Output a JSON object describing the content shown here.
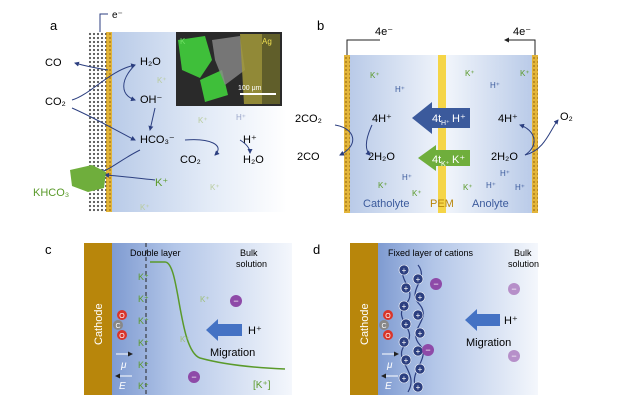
{
  "colors": {
    "electrode_gold": "#b8860b",
    "gradient_blue": "#b9cbe8",
    "k_green": "#5a9a2a",
    "h_blue": "#5a6fb0",
    "arrow_blue": "#4472c4",
    "pem_yellow": "#f5d547",
    "purple": "#8e4aa8",
    "red_o": "#d9352b",
    "dark_blue": "#2c3f80"
  },
  "panel_a": {
    "label": "a",
    "electron": "e⁻",
    "co": "CO",
    "co2_left": "CO₂",
    "h2o": "H₂O",
    "oh": "OH⁻",
    "hco3": "HCO₃⁻",
    "co2_right": "CO₂",
    "h2o_right": "H₂O",
    "h_plus": "H⁺",
    "k_plus": "K⁺",
    "khco3": "KHCO₃",
    "inset_k": "K",
    "inset_ag": "Ag",
    "scale": "100 μm",
    "ions": [
      "K⁺",
      "K⁺",
      "H⁺",
      "K⁺",
      "K⁺"
    ]
  },
  "panel_b": {
    "label": "b",
    "e_left": "4e⁻",
    "e_right": "4e⁻",
    "co2": "2CO₂",
    "co": "2CO",
    "h_left": "4H⁺",
    "h2o_left": "2H₂O",
    "h_right": "4H⁺",
    "h2o_right": "2H₂O",
    "o2": "O₂",
    "arrow_h": "4t",
    "arrow_h_sub": "H⁺",
    "arrow_h_tail": "H⁺",
    "arrow_k": "4t",
    "arrow_k_sub": "K⁺",
    "arrow_k_tail": "K⁺",
    "catholyte": "Catholyte",
    "pem": "PEM",
    "anolyte": "Anolyte",
    "ions": [
      "K⁺",
      "H⁺",
      "K⁺",
      "H⁺",
      "K⁺",
      "K⁺",
      "H⁺",
      "K⁺",
      "H⁺",
      "K⁺",
      "H⁺",
      "H⁺"
    ]
  },
  "panel_c": {
    "label": "c",
    "cathode": "Cathode",
    "double_layer": "Double layer",
    "bulk": "Bulk",
    "solution": "solution",
    "h_plus": "H⁺",
    "migration": "Migration",
    "k_conc": "[K⁺]",
    "mu": "μ",
    "e_field": "E",
    "c_atom": "C",
    "o_atom": "O",
    "k_ions": [
      "K⁺",
      "K⁺",
      "K⁺",
      "K⁺",
      "K⁺",
      "K⁺",
      "K⁺",
      "K⁺"
    ]
  },
  "panel_d": {
    "label": "d",
    "cathode": "Cathode",
    "fixed_layer": "Fixed layer of cations",
    "bulk": "Bulk",
    "solution": "solution",
    "h_plus": "H⁺",
    "migration": "Migration",
    "mu": "μ",
    "e_field": "E",
    "c_atom": "C",
    "o_atom": "O",
    "plus": "+",
    "minus": "−"
  }
}
